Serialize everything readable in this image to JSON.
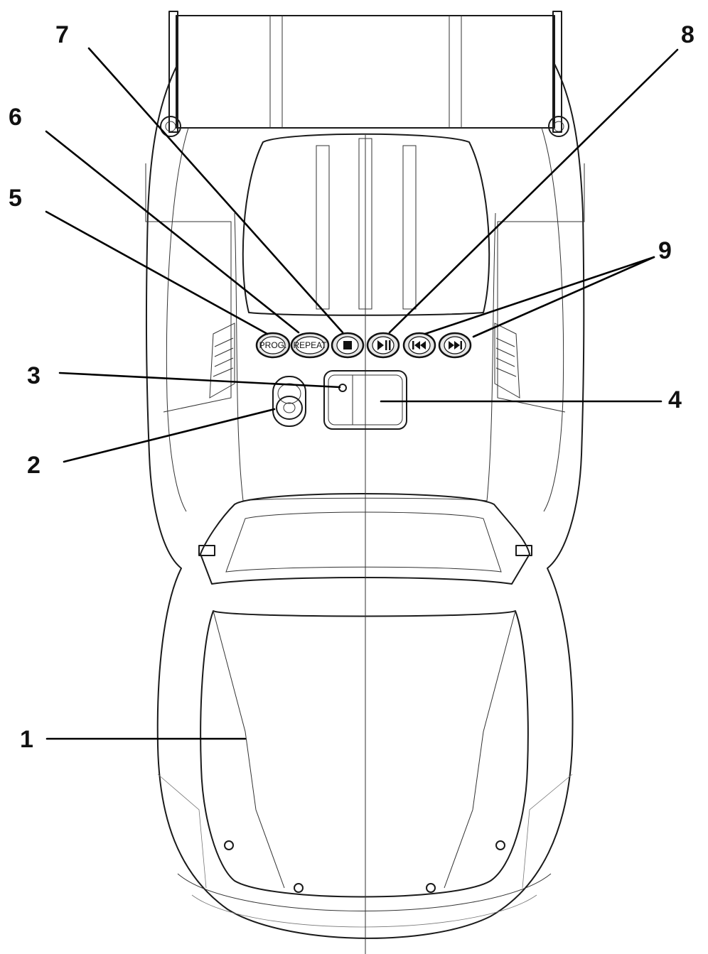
{
  "callouts": [
    {
      "id": "1",
      "label": "1"
    },
    {
      "id": "2",
      "label": "2"
    },
    {
      "id": "3",
      "label": "3"
    },
    {
      "id": "4",
      "label": "4"
    },
    {
      "id": "5",
      "label": "5"
    },
    {
      "id": "6",
      "label": "6"
    },
    {
      "id": "7",
      "label": "7"
    },
    {
      "id": "8",
      "label": "8"
    },
    {
      "id": "9",
      "label": "9"
    }
  ],
  "buttons": {
    "prog": "PROG.",
    "repeat": "REPEAT",
    "stop_icon": "stop-icon",
    "play_pause_icon": "play-pause-icon",
    "previous_icon": "skip-back-icon",
    "next_icon": "skip-forward-icon"
  }
}
